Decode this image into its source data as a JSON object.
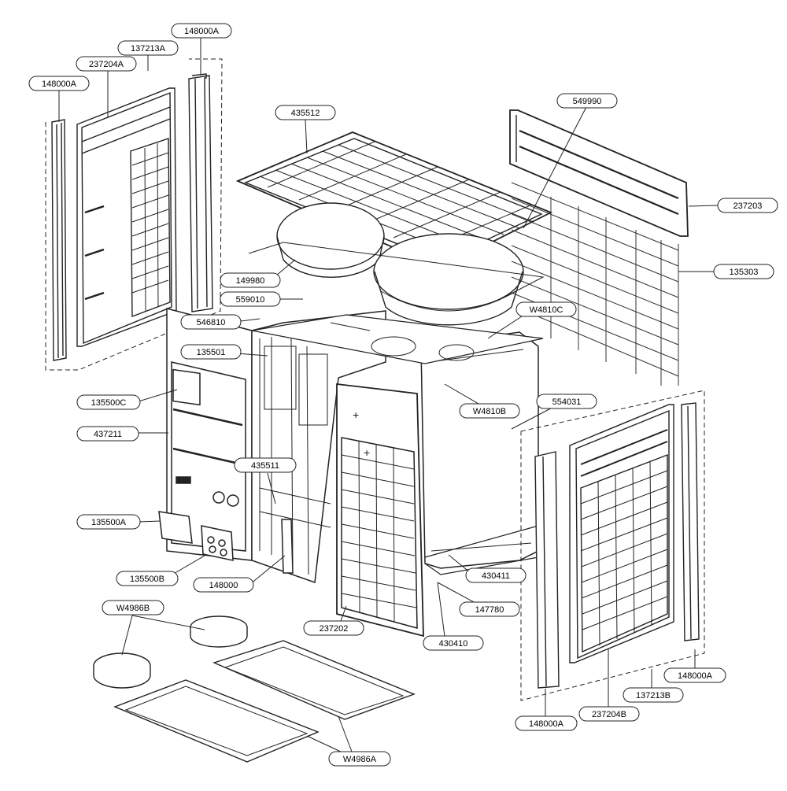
{
  "diagram": {
    "labels": {
      "l148000A_top": "148000A",
      "l137213A": "137213A",
      "l237204A": "237204A",
      "l148000A_left": "148000A",
      "l435512": "435512",
      "l549990": "549990",
      "l237203": "237203",
      "l135303": "135303",
      "l149980": "149980",
      "l559010": "559010",
      "l546810": "546810",
      "lW4810C": "W4810C",
      "l135501": "135501",
      "l135500C": "135500C",
      "lW4810B": "W4810B",
      "l554031": "554031",
      "l437211": "437211",
      "l435511": "435511",
      "l135500A": "135500A",
      "l430411": "430411",
      "l135500B": "135500B",
      "l148000": "148000",
      "l147780": "147780",
      "lW4986B": "W4986B",
      "l237202": "237202",
      "l430410": "430410",
      "l148000A_br": "148000A",
      "l137213B": "137213B",
      "l148000A_bot": "148000A",
      "l237204B": "237204B",
      "lW4986A": "W4986A"
    }
  }
}
